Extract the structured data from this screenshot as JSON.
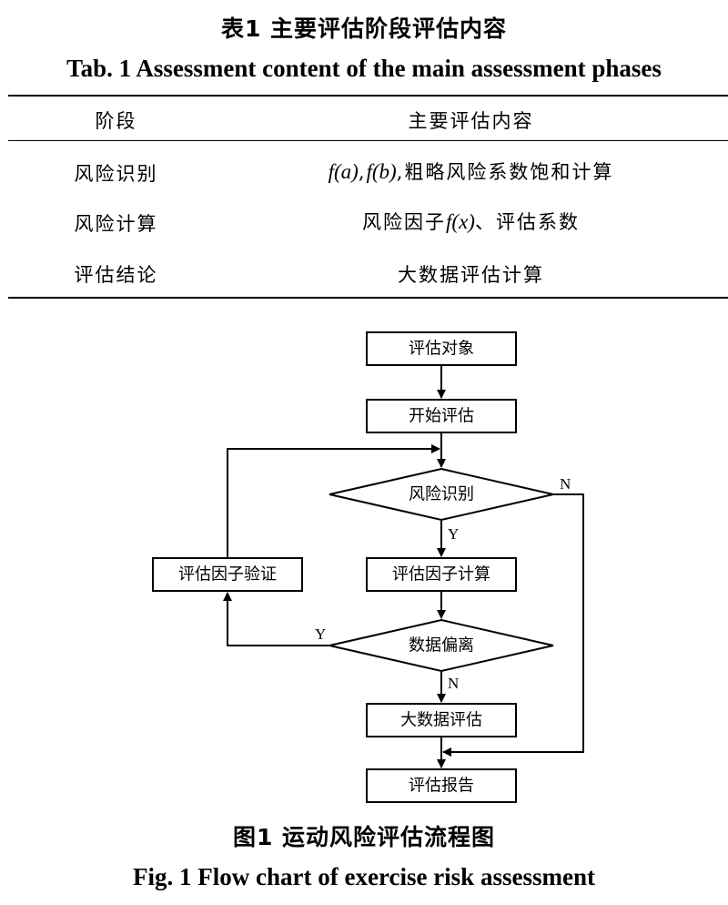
{
  "table": {
    "caption_cn": "表1  主要评估阶段评估内容",
    "caption_en": "Tab. 1  Assessment content of the main assessment phases",
    "headers": [
      "阶段",
      "主要评估内容"
    ],
    "rows": [
      {
        "phase": "风险识别",
        "content_math1": "f(a)",
        "content_sep": ",",
        "content_math2": "f(b)",
        "content_text": ",粗略风险系数饱和计算"
      },
      {
        "phase": "风险计算",
        "content_text1": "风险因子",
        "content_math": "f(x)",
        "content_text2": "、评估系数"
      },
      {
        "phase": "评估结论",
        "content": "大数据评估计算"
      }
    ]
  },
  "flowchart": {
    "nodes": {
      "object": "评估对象",
      "start": "开始评估",
      "risk_identify": "风险识别",
      "factor_calc": "评估因子计算",
      "data_deviation": "数据偏离",
      "bigdata_eval": "大数据评估",
      "report": "评估报告",
      "factor_verify": "评估因子验证"
    },
    "labels": {
      "risk_no": "N",
      "risk_yes": "Y",
      "deviation_yes": "Y",
      "deviation_no": "N"
    }
  },
  "figure": {
    "caption_cn": "图1  运动风险评估流程图",
    "caption_en": "Fig. 1  Flow chart of exercise risk assessment"
  }
}
